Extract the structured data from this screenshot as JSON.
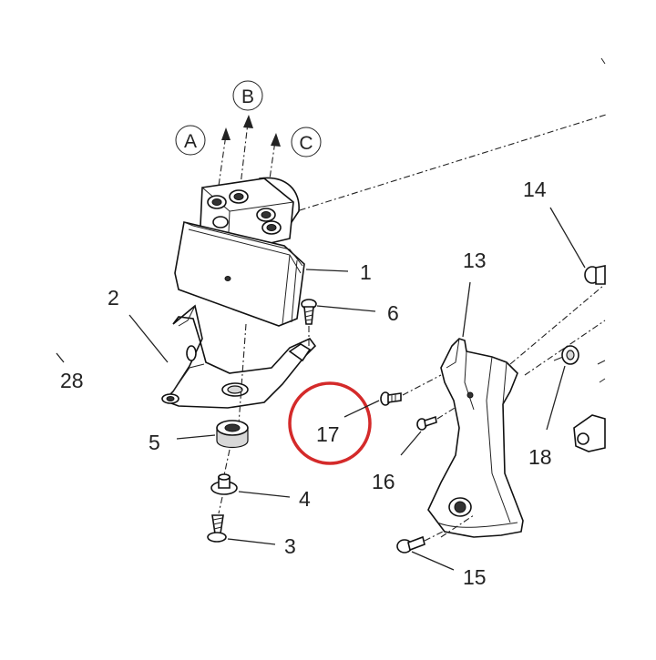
{
  "diagram": {
    "callouts": {
      "c1": "1",
      "c2": "2",
      "c3": "3",
      "c4": "4",
      "c5": "5",
      "c6": "6",
      "c13": "13",
      "c14": "14",
      "c15": "15",
      "c16": "16",
      "c17": "17",
      "c18": "18",
      "c28": "28"
    },
    "ports": {
      "a": "A",
      "b": "B",
      "c": "C"
    },
    "highlight_color": "#d42a2a",
    "highlighted_callout": "17"
  }
}
